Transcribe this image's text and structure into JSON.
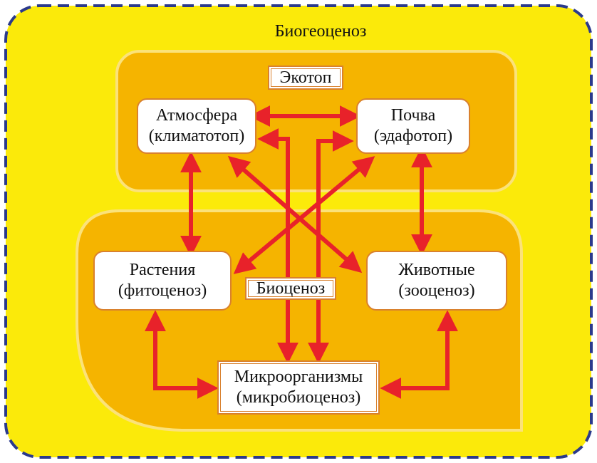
{
  "title": "Биогеоценоз",
  "ecotope": {
    "label": "Экотоп"
  },
  "biocenosis": {
    "label": "Биоценоз"
  },
  "nodes": {
    "atmosphere": {
      "line1": "Атмосфера",
      "line2": "(климатотоп)"
    },
    "soil": {
      "line1": "Почва",
      "line2": "(эдафотоп)"
    },
    "plants": {
      "line1": "Растения",
      "line2": "(фитоценоз)"
    },
    "animals": {
      "line1": "Животные",
      "line2": "(зооценоз)"
    },
    "microbes": {
      "line1": "Микроорганизмы",
      "line2": "(микробиоценоз)"
    }
  },
  "colors": {
    "outer_fill": "#fbea0a",
    "outer_border": "#2b3a8c",
    "region_fill": "#f5b400",
    "region_border": "#fbe27a",
    "arrow": "#e8222a",
    "node_border": "#d9812e"
  }
}
